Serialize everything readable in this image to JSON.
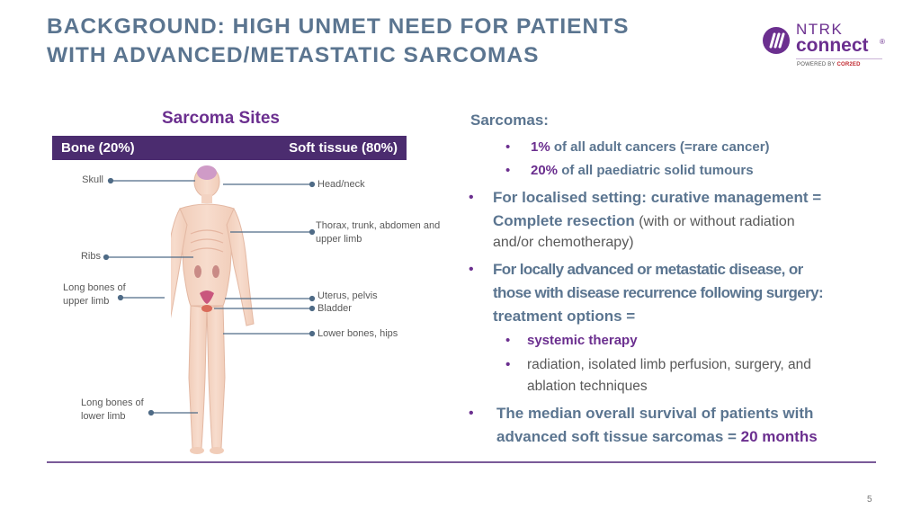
{
  "header": {
    "title_line1": "BACKGROUND: HIGH UNMET NEED FOR PATIENTS",
    "title_line2": "WITH ADVANCED/METASTATIC SARCOMAS"
  },
  "logo": {
    "ntrk": "NTRK",
    "connect": "connect",
    "registered": "®",
    "powered_prefix": "POWERED BY ",
    "powered_brand": "COR2ED"
  },
  "sarcoma_sites": {
    "title": "Sarcoma Sites",
    "bone_label": "Bone (20%)",
    "soft_label": "Soft tissue (80%)",
    "left_labels": {
      "skull": "Skull",
      "ribs": "Ribs",
      "upper_limb_1": "Long bones of",
      "upper_limb_2": "upper limb",
      "lower_limb_1": "Long bones of",
      "lower_limb_2": "lower limb"
    },
    "right_labels": {
      "head_neck": "Head/neck",
      "thorax_1": "Thorax, trunk, abdomen and",
      "thorax_2": "upper limb",
      "uterus": "Uterus, pelvis",
      "bladder": "Bladder",
      "lower_bones": "Lower bones, hips"
    }
  },
  "sarcomas": {
    "title": "Sarcomas:",
    "bullet_char": "•",
    "sub1_bold": "1%",
    "sub1_rest": " of all adult cancers (=rare cancer)",
    "sub2_bold": "20%",
    "sub2_rest": " of all paediatric solid tumours",
    "b1_line1": "For localised setting: curative management =",
    "b1_line2_bold": "Complete resection",
    "b1_line2_rest": " (with or without radiation",
    "b1_line3": "and/or chemotherapy)",
    "b2_line1": "For locally advanced or metastatic disease, or",
    "b2_line2": "those with disease recurrence following surgery:",
    "b2_line3": "treatment options =",
    "b2_sub1": "systemic therapy",
    "b2_sub2_line1": "radiation, isolated limb perfusion, surgery, and",
    "b2_sub2_line2": "ablation techniques",
    "b3_line1": "The median overall survival of patients with",
    "b3_line2_prefix": "advanced soft tissue sarcomas = ",
    "b3_line2_value": "20 months"
  },
  "footer": {
    "page_number": "5"
  }
}
